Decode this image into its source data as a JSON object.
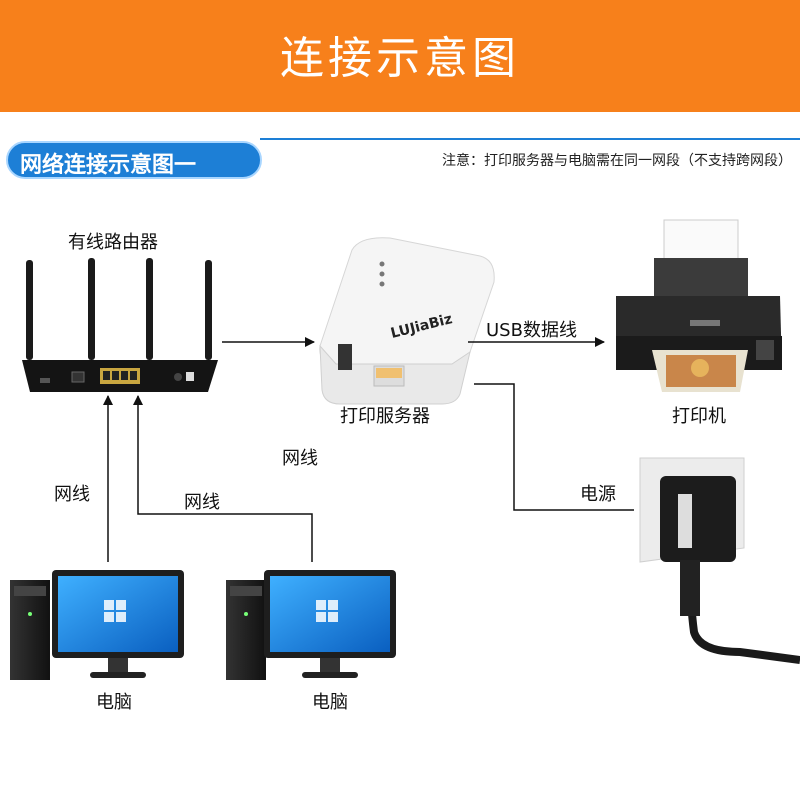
{
  "header": {
    "title": "连接示意图"
  },
  "section": {
    "title": "网络连接示意图一"
  },
  "note": "注意：打印服务器与电脑需在同一网段（不支持跨网段）",
  "device_brand": "LUJiaBiz",
  "labels": {
    "router": "有线路由器",
    "print_server": "打印服务器",
    "printer": "打印机",
    "usb_cable": "USB数据线",
    "power": "电源",
    "cable_left": "网线",
    "cable_mid": "网线",
    "cable_top": "网线",
    "pc_left": "电脑",
    "pc_right": "电脑"
  },
  "colors": {
    "header": "#f7801b",
    "accent": "#1d7fd6"
  }
}
